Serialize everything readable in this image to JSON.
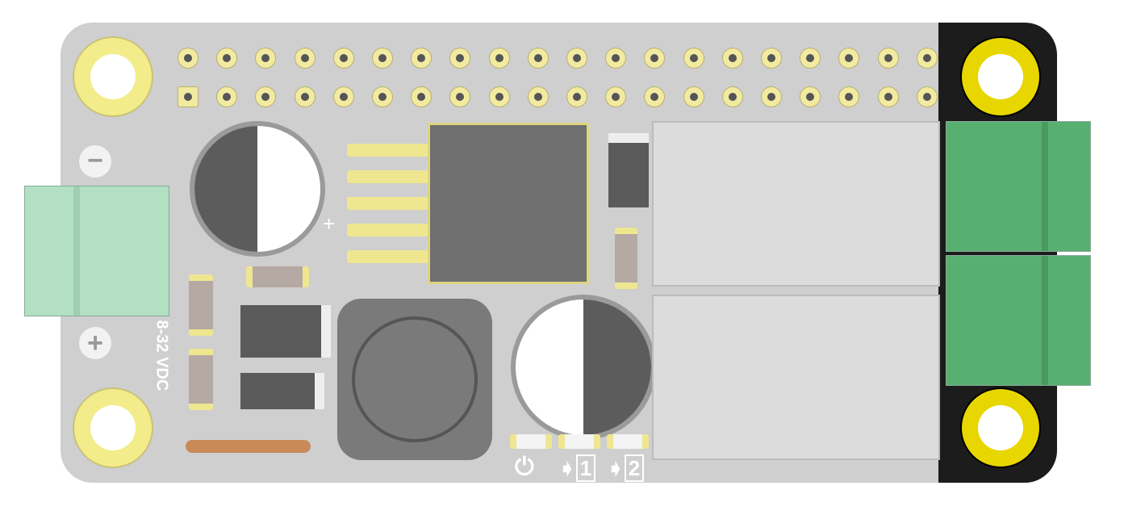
{
  "board": {
    "voltage_label": "8-32 VDC",
    "minus_symbol": "−",
    "plus_symbol": "+",
    "cap_polarity": "+",
    "led_labels": [
      "⏻",
      "1",
      "2"
    ],
    "colors": {
      "pcb": "#cfcfcf",
      "terminal_left": "#b3dfc3",
      "terminal_right": "#58b070",
      "pad": "#efe690"
    }
  }
}
